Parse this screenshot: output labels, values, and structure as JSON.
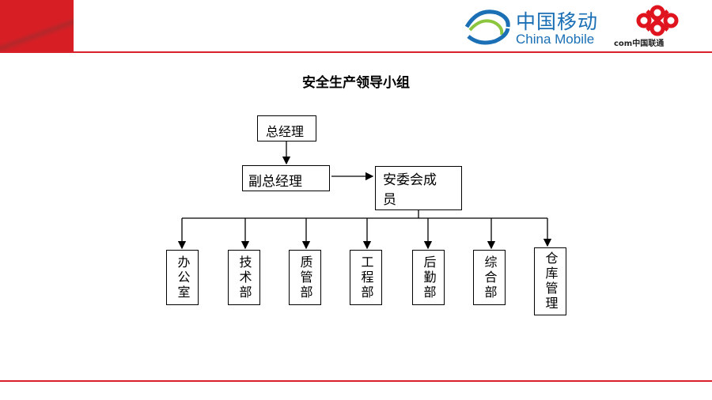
{
  "header": {
    "logo_china_mobile_cn": "中国移动",
    "logo_china_mobile_en": "China Mobile",
    "logo_unicom_text": "com中国联通"
  },
  "title": "安全生产领导小组",
  "org": {
    "general_manager": "总经理",
    "deputy_general_manager": "副总经理",
    "safety_committee": "安委会成员",
    "departments": [
      "办公室",
      "技术部",
      "质管部",
      "工程部",
      "后勤部",
      "综合部",
      "仓库管理"
    ]
  },
  "colors": {
    "accent": "#d8202a",
    "mobile_blue": "#1a6fb5"
  }
}
